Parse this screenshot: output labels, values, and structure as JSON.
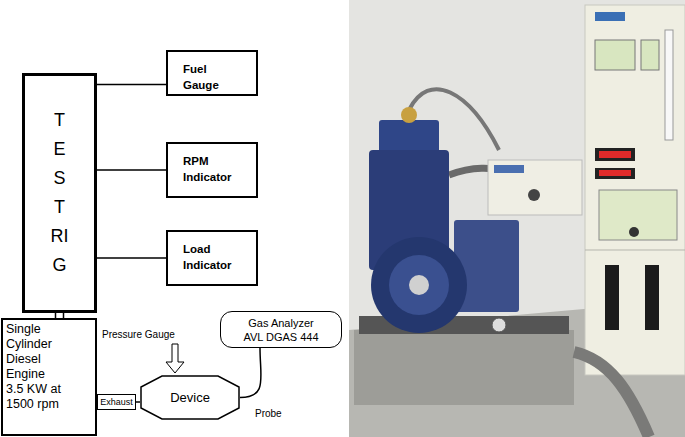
{
  "diagram": {
    "nodes": [
      {
        "text": [
          "TESTRIG"
        ]
      },
      {
        "text": [
          "Fuel Gauge"
        ]
      },
      {
        "text": [
          "RPM Indicator"
        ]
      },
      {
        "text": [
          "Load Indicator"
        ]
      },
      {
        "text": [
          "Single Cylinder Diesel Engine 3.5 KW at 1500 rpm"
        ]
      },
      {
        "text": [
          "Exhaust"
        ]
      },
      {
        "text": [
          "Device"
        ]
      },
      {
        "text": [
          "Gas Analyzer AVL DGAS 444"
        ]
      }
    ],
    "edges": [
      {
        "from": 0,
        "to": 1,
        "arrow": "none"
      },
      {
        "from": 0,
        "to": 2,
        "arrow": "none"
      },
      {
        "from": 0,
        "to": 3,
        "arrow": "none"
      },
      {
        "from": 0,
        "to": 4,
        "arrow": "none"
      },
      {
        "from": 5,
        "to": 6,
        "arrow": "none"
      },
      {
        "from": 7,
        "to": 6,
        "label": "Probe",
        "arrow": "none"
      }
    ],
    "labels": [
      "Pressure Gauge"
    ]
  }
}
